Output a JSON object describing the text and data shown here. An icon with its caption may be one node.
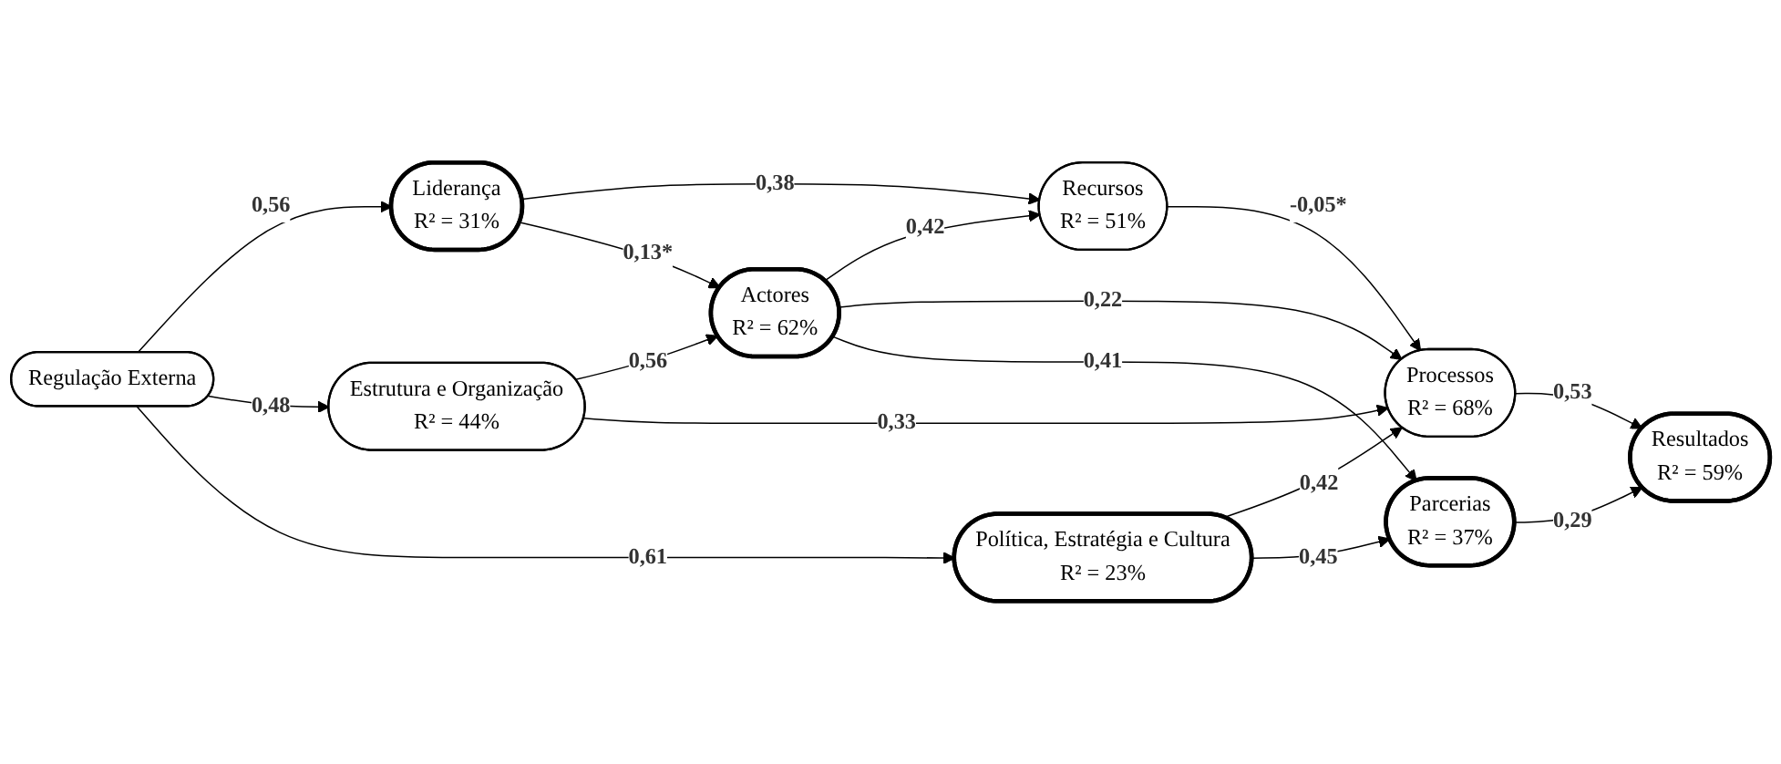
{
  "diagram": {
    "nodes": [
      {
        "text": [
          "Regulação Externa"
        ]
      },
      {
        "text": [
          "Liderança",
          "R² = 31%"
        ]
      },
      {
        "text": [
          "Recursos",
          "R² = 51%"
        ]
      },
      {
        "text": [
          "Estrutura e Organização",
          "R² = 44%"
        ]
      },
      {
        "text": [
          "Actores",
          "R² = 62%"
        ]
      },
      {
        "text": [
          "Processos",
          "R² = 68%"
        ]
      },
      {
        "text": [
          "Resultados",
          "R² = 59%"
        ]
      },
      {
        "text": [
          "Política, Estratégia e Cultura",
          "R² = 23%"
        ]
      },
      {
        "text": [
          "Parcerias",
          "R² = 37%"
        ]
      }
    ],
    "edges": [
      {
        "from": 0,
        "to": 1,
        "arrow": "to",
        "label": "0,56"
      },
      {
        "from": 0,
        "to": 3,
        "arrow": "to",
        "label": "0,48"
      },
      {
        "from": 0,
        "to": 7,
        "arrow": "to",
        "label": "0,61"
      },
      {
        "from": 1,
        "to": 2,
        "arrow": "to",
        "label": "0,38"
      },
      {
        "from": 1,
        "to": 4,
        "arrow": "to",
        "label": "0,13*"
      },
      {
        "from": 3,
        "to": 4,
        "arrow": "to",
        "label": "0,56"
      },
      {
        "from": 4,
        "to": 2,
        "arrow": "to",
        "label": "0,42"
      },
      {
        "from": 2,
        "to": 5,
        "arrow": "to",
        "label": "-0,05*"
      },
      {
        "from": 4,
        "to": 5,
        "arrow": "to",
        "label": "0,22"
      },
      {
        "from": 3,
        "to": 5,
        "arrow": "to",
        "label": "0,33"
      },
      {
        "from": 4,
        "to": 8,
        "arrow": "to",
        "label": "0,41"
      },
      {
        "from": 7,
        "to": 5,
        "arrow": "to",
        "label": "0,42"
      },
      {
        "from": 7,
        "to": 8,
        "arrow": "to",
        "label": "0,45"
      },
      {
        "from": 8,
        "to": 6,
        "arrow": "to",
        "label": "0,29"
      },
      {
        "from": 5,
        "to": 6,
        "arrow": "to",
        "label": "0,53"
      }
    ]
  }
}
